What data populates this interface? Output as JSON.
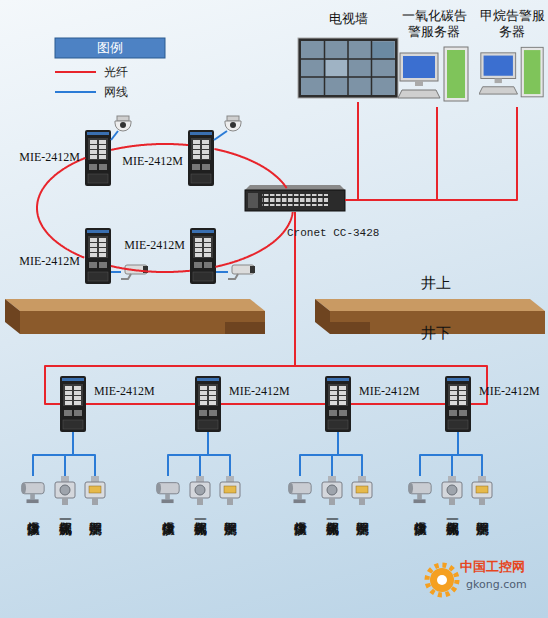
{
  "diagram": {
    "nodes": [
      {
        "text": [
          "电视墙"
        ]
      },
      {
        "text": [
          "一氧化碳告警服务器"
        ]
      },
      {
        "text": [
          "甲烷告警服务器"
        ]
      },
      {
        "text": [
          "MIE-2412M"
        ]
      },
      {
        "text": [
          "MIE-2412M"
        ]
      },
      {
        "text": [
          "Cronet CC-3428"
        ]
      },
      {
        "text": [
          "MIE-2412M"
        ]
      },
      {
        "text": [
          "MIE-2412M"
        ]
      },
      {
        "text": [
          "MIE-2412M"
        ]
      },
      {
        "text": [
          "MIE-2412M"
        ]
      },
      {
        "text": [
          "MIE-2412M"
        ]
      },
      {
        "text": [
          "MIE-2412M"
        ]
      },
      {
        "text": [
          "防爆摄像仪"
        ]
      },
      {
        "text": [
          "一氧化碳探测器"
        ]
      },
      {
        "text": [
          "甲烷探测器"
        ]
      },
      {
        "text": [
          "防爆摄像仪"
        ]
      },
      {
        "text": [
          "一氧化碳探测器"
        ]
      },
      {
        "text": [
          "甲烷探测器"
        ]
      },
      {
        "text": [
          "防爆摄像仪"
        ]
      },
      {
        "text": [
          "一氧化碳探测器"
        ]
      },
      {
        "text": [
          "甲烷探测器"
        ]
      },
      {
        "text": [
          "防爆摄像仪"
        ]
      },
      {
        "text": [
          "一氧化碳探测器"
        ]
      },
      {
        "text": [
          "甲烷探测器"
        ]
      }
    ],
    "edges": [
      {
        "from": 3,
        "to": 4,
        "arrow": "none"
      },
      {
        "from": 4,
        "to": 5,
        "arrow": "none"
      },
      {
        "from": 5,
        "to": 7,
        "arrow": "none"
      },
      {
        "from": 7,
        "to": 6,
        "arrow": "none"
      },
      {
        "from": 6,
        "to": 3,
        "arrow": "none"
      },
      {
        "from": 5,
        "to": 0,
        "arrow": "none"
      },
      {
        "from": 5,
        "to": 1,
        "arrow": "none"
      },
      {
        "from": 5,
        "to": 2,
        "arrow": "none"
      },
      {
        "from": 5,
        "to": 8,
        "arrow": "none"
      },
      {
        "from": 8,
        "to": 9,
        "arrow": "none"
      },
      {
        "from": 9,
        "to": 10,
        "arrow": "none"
      },
      {
        "from": 10,
        "to": 11,
        "arrow": "none"
      },
      {
        "from": 11,
        "to": 5,
        "arrow": "none"
      },
      {
        "from": 8,
        "to": 12,
        "arrow": "none"
      },
      {
        "from": 8,
        "to": 13,
        "arrow": "none"
      },
      {
        "from": 8,
        "to": 14,
        "arrow": "none"
      },
      {
        "from": 9,
        "to": 15,
        "arrow": "none"
      },
      {
        "from": 9,
        "to": 16,
        "arrow": "none"
      },
      {
        "from": 9,
        "to": 17,
        "arrow": "none"
      },
      {
        "from": 10,
        "to": 18,
        "arrow": "none"
      },
      {
        "from": 10,
        "to": 19,
        "arrow": "none"
      },
      {
        "from": 10,
        "to": 20,
        "arrow": "none"
      },
      {
        "from": 11,
        "to": 21,
        "arrow": "none"
      },
      {
        "from": 11,
        "to": 22,
        "arrow": "none"
      },
      {
        "from": 11,
        "to": 23,
        "arrow": "none"
      }
    ],
    "labels": [
      "图例",
      "井上",
      "井下",
      "中国工控网",
      "gkong.com"
    ],
    "legend": [
      {
        "text": "光纤"
      },
      {
        "text": "网线"
      }
    ]
  }
}
